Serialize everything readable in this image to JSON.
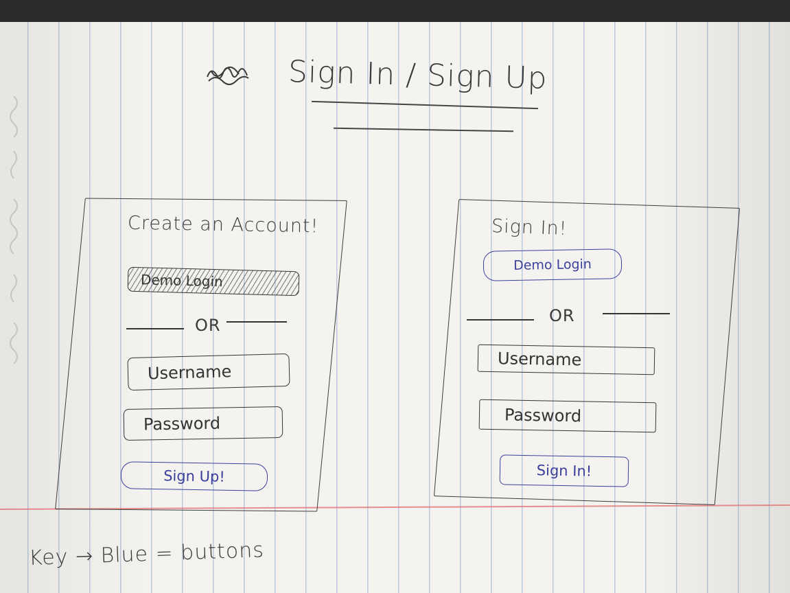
{
  "page": {
    "title": "Sign In / Sign Up",
    "key_note": "Key → Blue = buttons"
  },
  "left_card": {
    "heading": "Create an Account!",
    "demo_button": "Demo Login",
    "or_text": "OR",
    "username_placeholder": "Username",
    "password_placeholder": "Password",
    "submit_button": "Sign Up!"
  },
  "right_card": {
    "heading": "Sign In!",
    "demo_button": "Demo Login",
    "or_text": "OR",
    "username_placeholder": "Username",
    "password_placeholder": "Password",
    "submit_button": "Sign In!"
  },
  "colors": {
    "pencil": "#3a3a3a",
    "button_ink": "#3a3f9c",
    "rule_line": "#7896c8",
    "margin_line": "#e16e6e",
    "paper": "#f4f3ef"
  }
}
